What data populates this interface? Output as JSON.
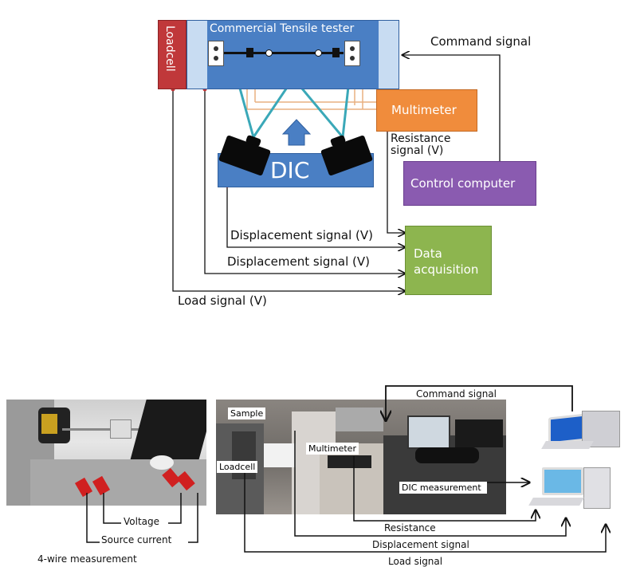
{
  "top_diagram": {
    "loadcell_label": "Loadcell",
    "tester_title": "Commercial Tensile tester",
    "dic_label": "DIC",
    "multimeter_label": "Multimeter",
    "control_computer_label": "Control computer",
    "data_acquisition_label": "Data acquisition",
    "command_signal": "Command signal",
    "resistance_signal": "Resistance signal (V)",
    "displacement_signal_dic": "Displacement signal (V)",
    "displacement_signal_tester": "Displacement signal (V)",
    "load_signal": "Load signal (V)",
    "colors": {
      "loadcell": "#c0383a",
      "tester": "#4a7fc4",
      "multimeter": "#f08c3c",
      "control_computer": "#8a5bb0",
      "data_acquisition": "#8db54f",
      "camera_link": "#3aa8b8",
      "wire": "#e8b080"
    }
  },
  "bottom_left_photo": {
    "voltage": "Voltage",
    "source_current": "Source current",
    "caption": "4-wire measurement"
  },
  "bottom_right_photo": {
    "sample": "Sample",
    "multimeter": "Multimeter",
    "loadcell": "Loadcell",
    "dic_measurement": "DIC measurement",
    "command_signal": "Command signal",
    "resistance": "Resistance",
    "displacement_signal": "Displacement signal",
    "load_signal": "Load signal"
  }
}
